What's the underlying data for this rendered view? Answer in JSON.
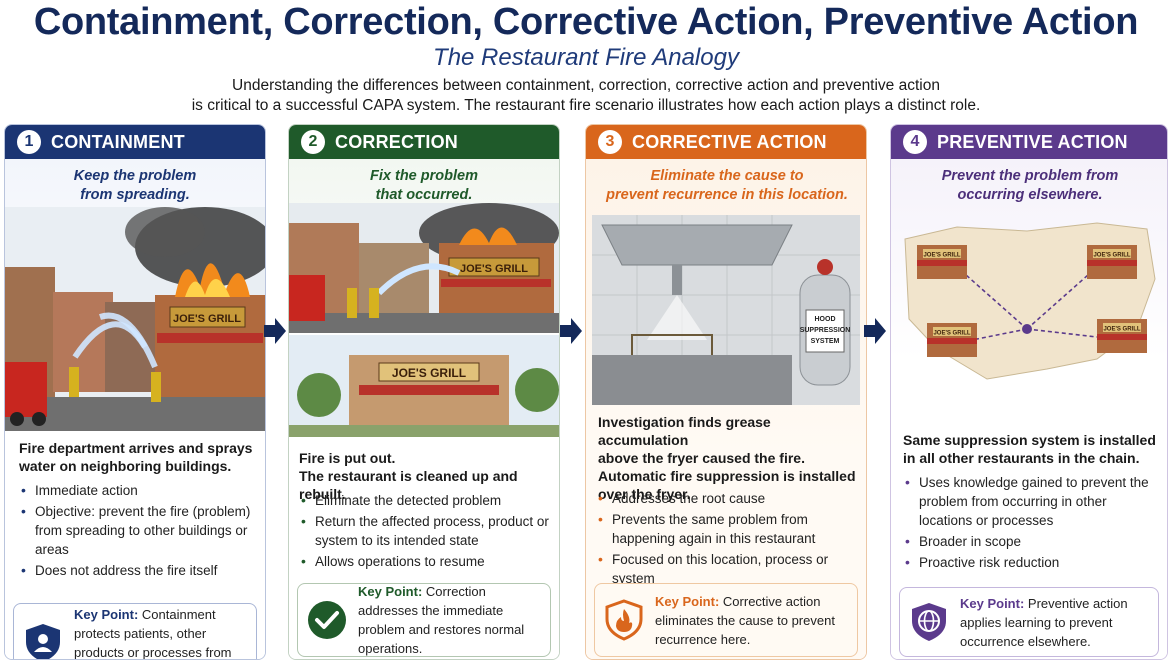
{
  "header": {
    "title": "Containment, Correction, Corrective Action, Preventive Action",
    "subtitle": "The Restaurant Fire Analogy",
    "intro_line1": "Understanding the differences between containment, correction, corrective action and preventive action",
    "intro_line2": "is critical to a successful CAPA system.  The restaurant fire scenario illustrates how each action plays a  distinct role."
  },
  "colors": {
    "containment": "#1b3573",
    "correction": "#1f5a2a",
    "corrective_action": "#d9661c",
    "preventive_action": "#5b3a8c",
    "title": "#14295a"
  },
  "panels": [
    {
      "number": "1",
      "heading": "CONTAINMENT",
      "tagline_1": "Keep the problem",
      "tagline_2": "from spreading.",
      "sign": "JOE'S GRILL",
      "description_1": "Fire department arrives and sprays",
      "description_2": "water on neighboring buildings.",
      "bullets": [
        "Immediate action",
        "Objective: prevent the fire (problem) from spreading to other buildings or areas",
        "Does not address the fire itself"
      ],
      "key_label": "Key Point:",
      "key_text": "Containment protects patients, other products or processes from impact.",
      "icon": "shield-person-icon"
    },
    {
      "number": "2",
      "heading": "CORRECTION",
      "tagline_1": "Fix the problem",
      "tagline_2": "that occurred.",
      "sign": "JOE'S GRILL",
      "description_1": "Fire is put out.",
      "description_2": "The restaurant is cleaned up and rebuilt.",
      "bullets": [
        "Eliminate the detected problem",
        "Return the affected process, product or system to its intended state",
        "Allows operations to resume"
      ],
      "key_label": "Key Point:",
      "key_text": "Correction addresses the immediate problem and restores normal operations.",
      "icon": "checkmark-icon"
    },
    {
      "number": "3",
      "heading": "CORRECTIVE ACTION",
      "tagline_1": "Eliminate the cause to",
      "tagline_2": "prevent recurrence in this location.",
      "tank_label_1": "HOOD",
      "tank_label_2": "SUPPRESSION",
      "tank_label_3": "SYSTEM",
      "description_1": "Investigation finds grease accumulation",
      "description_2": "above the fryer caused the fire.",
      "description_3": "Automatic fire suppression is installed",
      "description_4": "over the fryer.",
      "bullets": [
        "Addresses the root cause",
        "Prevents the same problem from happening again in this restaurant",
        "Focused on this location, process or system"
      ],
      "key_label": "Key Point:",
      "key_text": "Corrective action eliminates the cause to prevent recurrence here.",
      "icon": "shield-flame-icon"
    },
    {
      "number": "4",
      "heading": "PREVENTIVE ACTION",
      "tagline_1": "Prevent the problem from",
      "tagline_2": "occurring elsewhere.",
      "sign": "JOE'S GRILL",
      "description_1": "Same suppression system is installed",
      "description_2": "in all other restaurants in the chain.",
      "bullets": [
        "Uses knowledge gained to prevent the problem from occurring in other locations or processes",
        "Broader in scope",
        "Proactive risk reduction"
      ],
      "key_label": "Key Point:",
      "key_text": "Preventive action applies learning to prevent occurrence elsewhere.",
      "icon": "globe-shield-icon"
    }
  ]
}
